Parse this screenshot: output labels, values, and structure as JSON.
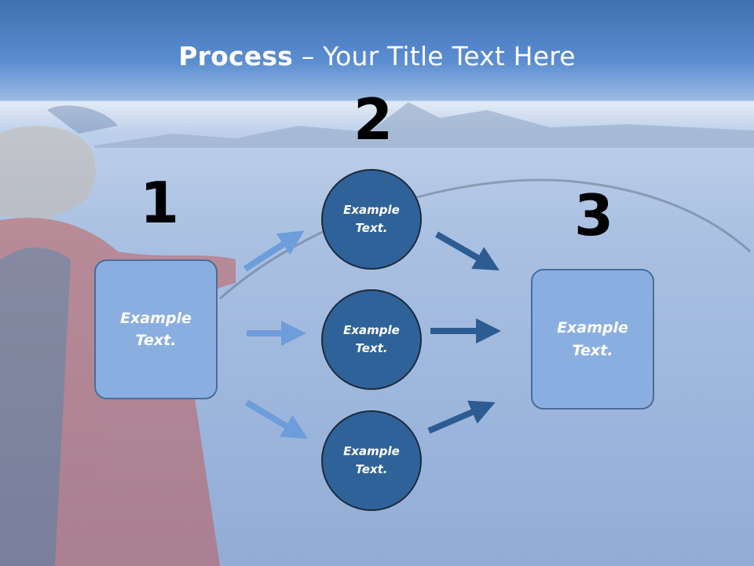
{
  "title": {
    "bold": "Process",
    "rest": " – Your Title Text Here"
  },
  "steps": {
    "one": "1",
    "two": "2",
    "three": "3"
  },
  "box_left": {
    "line1": "Example",
    "line2": "Text."
  },
  "box_right": {
    "line1": "Example",
    "line2": "Text."
  },
  "circles": [
    {
      "line1": "Example",
      "line2": "Text."
    },
    {
      "line1": "Example",
      "line2": "Text."
    },
    {
      "line1": "Example",
      "line2": "Text."
    }
  ],
  "colors": {
    "title_band": "#4f84c4",
    "light_box": "#8aaee0",
    "dark_circle": "#2f6299",
    "light_arrow": "#6d9ddb",
    "dark_arrow": "#2c5c92"
  }
}
